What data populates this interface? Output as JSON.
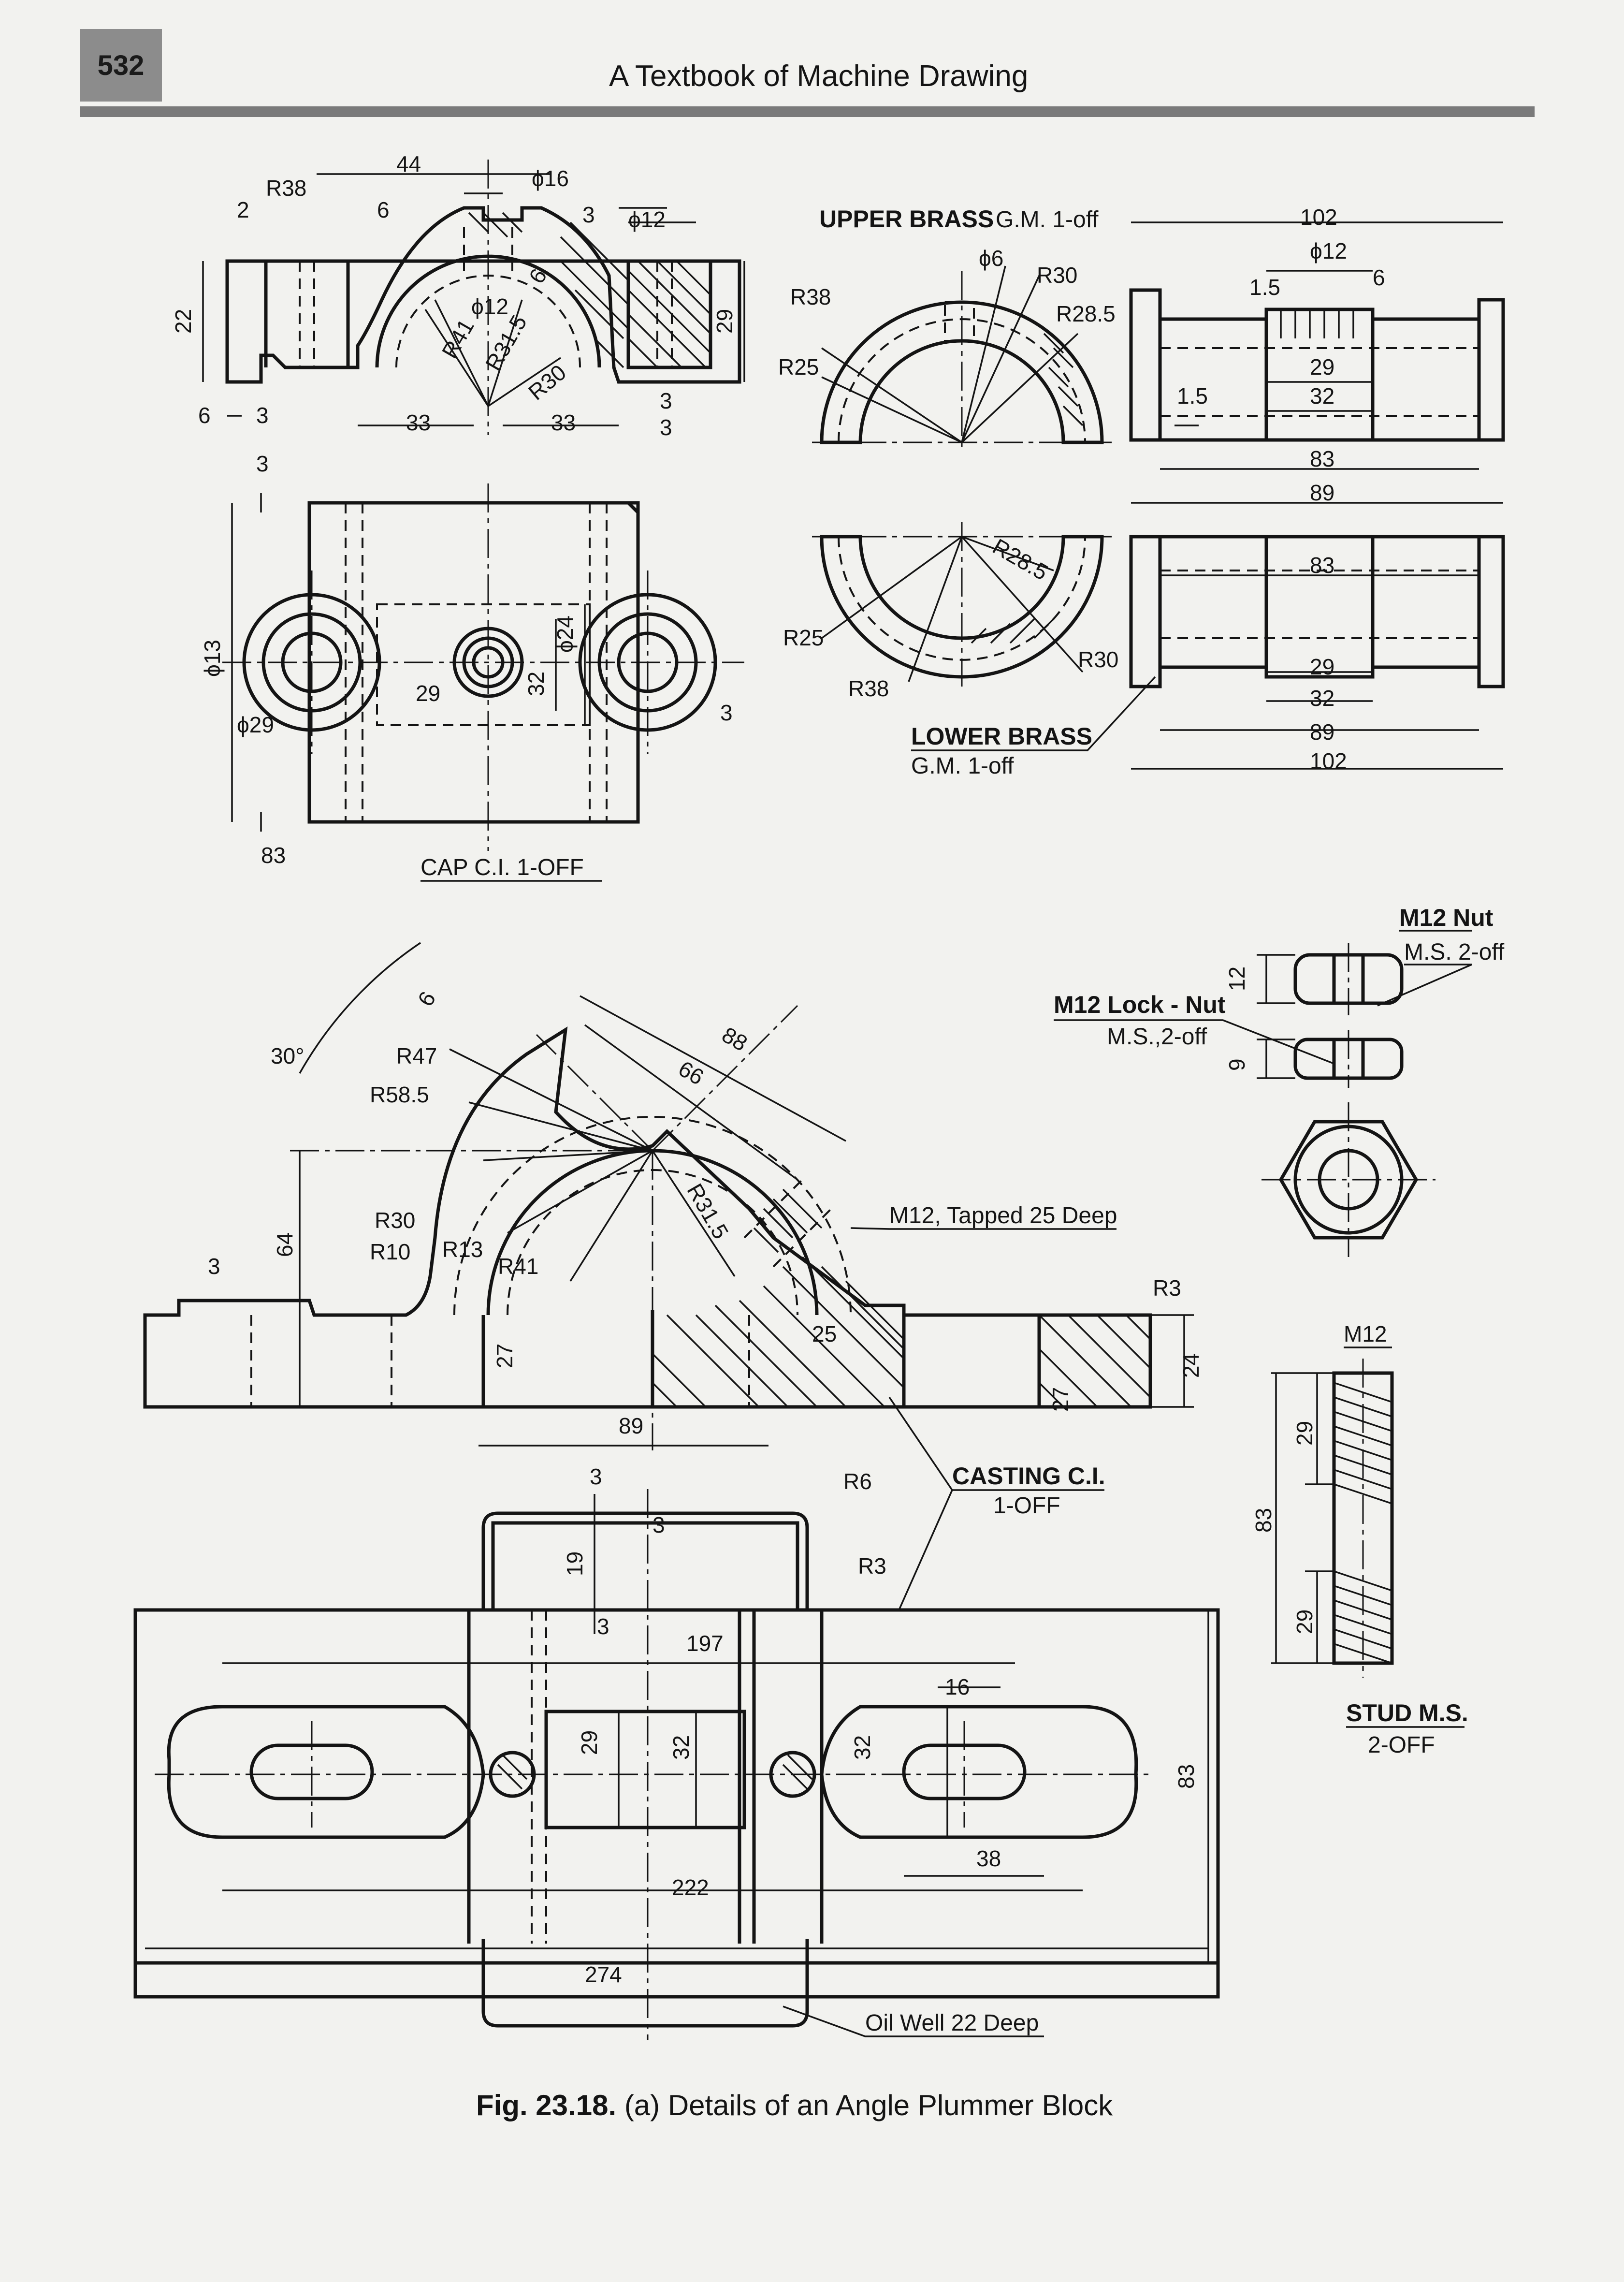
{
  "header": {
    "page_number": "532",
    "book_title": "A Textbook of Machine Drawing"
  },
  "parts": {
    "cap": {
      "label": "CAP C.I. 1-OFF"
    },
    "upper_brass": {
      "name": "UPPER BRASS",
      "spec": "G.M. 1-off"
    },
    "lower_brass": {
      "name": "LOWER BRASS",
      "spec": "G.M. 1-off"
    },
    "nut": {
      "name": "M12 Nut",
      "spec": "M.S. 2-off"
    },
    "lock_nut": {
      "name": "M12 Lock - Nut",
      "spec": "M.S.,2-off"
    },
    "casting": {
      "name": "CASTING C.I.",
      "spec": "1-OFF"
    },
    "stud": {
      "name": "STUD M.S.",
      "spec": "2-OFF"
    }
  },
  "notes": {
    "tapped": "M12, Tapped 25 Deep",
    "oil_well": "Oil Well 22 Deep"
  },
  "dims": {
    "cap": [
      "R38",
      "44",
      "ϕ16",
      "2",
      "6",
      "3",
      "ϕ12",
      "22",
      "29",
      "6",
      "ϕ12",
      "R41",
      "R31.5",
      "R30",
      "6",
      "3",
      "33",
      "33",
      "3",
      "3",
      "3",
      "83",
      "ϕ13",
      "29",
      "32",
      "ϕ24",
      "ϕ29",
      "3"
    ],
    "upper_brass": [
      "ϕ6",
      "R30",
      "R38",
      "R28.5",
      "R25",
      "102",
      "ϕ12",
      "1.5",
      "6",
      "29",
      "32",
      "1.5",
      "83",
      "89"
    ],
    "lower_brass": [
      "R28.5",
      "R25",
      "R30",
      "R38",
      "83",
      "29",
      "32",
      "89",
      "102"
    ],
    "nuts": [
      "12",
      "9"
    ],
    "casting": [
      "30°",
      "6",
      "R47",
      "R58.5",
      "88",
      "66",
      "64",
      "R30",
      "R10",
      "R13",
      "R41",
      "R31.5",
      "3",
      "27",
      "25",
      "R3",
      "24",
      "27",
      "89",
      "3",
      "R6",
      "19",
      "3",
      "R3",
      "3",
      "197",
      "16",
      "29",
      "32",
      "32",
      "83",
      "38",
      "222",
      "274"
    ],
    "stud": [
      "M12",
      "29",
      "83",
      "29"
    ]
  },
  "caption": {
    "fig": "Fig. 23.18.",
    "text": "(a) Details of an Angle Plummer Block"
  }
}
